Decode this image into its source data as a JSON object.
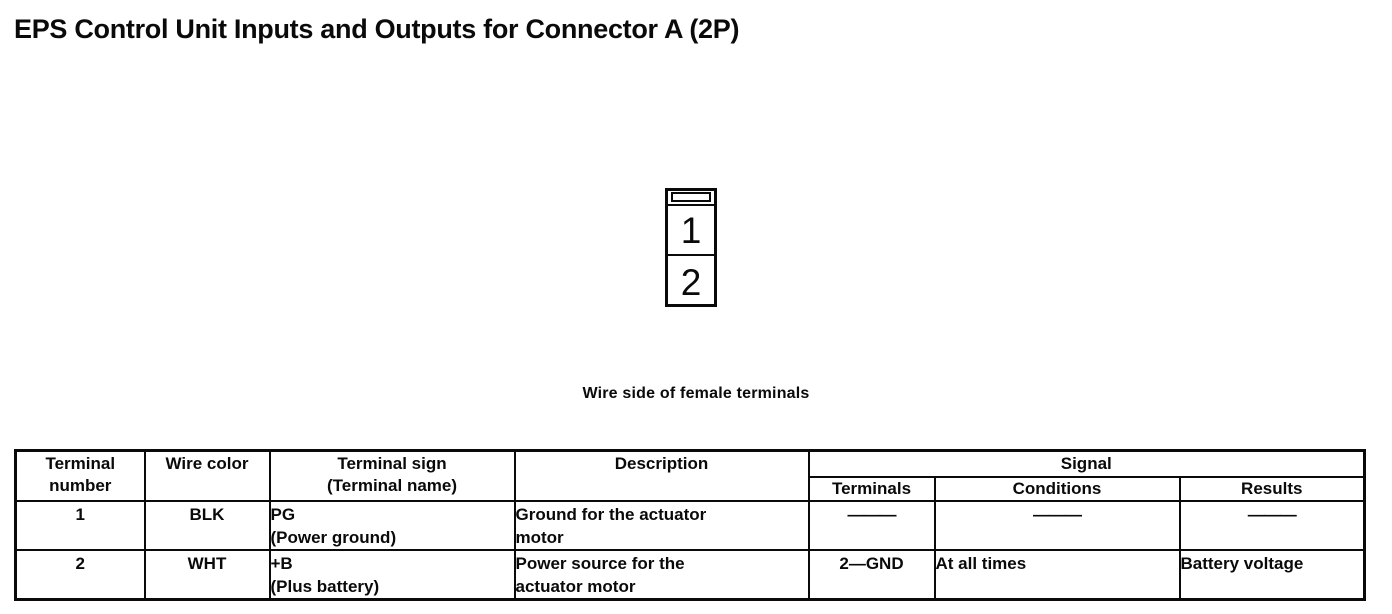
{
  "page": {
    "title": "EPS Control Unit Inputs and Outputs for Connector A (2P)",
    "caption": "Wire side of female terminals"
  },
  "connector": {
    "pins": [
      "1",
      "2"
    ]
  },
  "table": {
    "header": {
      "terminal_number": "Terminal\nnumber",
      "wire_color": "Wire color",
      "terminal_sign": "Terminal sign\n(Terminal name)",
      "description": "Description",
      "signal": "Signal",
      "terminals": "Terminals",
      "conditions": "Conditions",
      "results": "Results"
    },
    "rows": [
      {
        "terminal_number": "1",
        "wire_color": "BLK",
        "terminal_sign": "PG\n(Power ground)",
        "description": "Ground for the actuator\nmotor",
        "terminals": "———",
        "conditions": "———",
        "results": "———"
      },
      {
        "terminal_number": "2",
        "wire_color": "WHT",
        "terminal_sign": "+B\n(Plus battery)",
        "description": "Power source for the\nactuator motor",
        "terminals": "2—GND",
        "conditions": "At all times",
        "results": "Battery voltage"
      }
    ]
  }
}
